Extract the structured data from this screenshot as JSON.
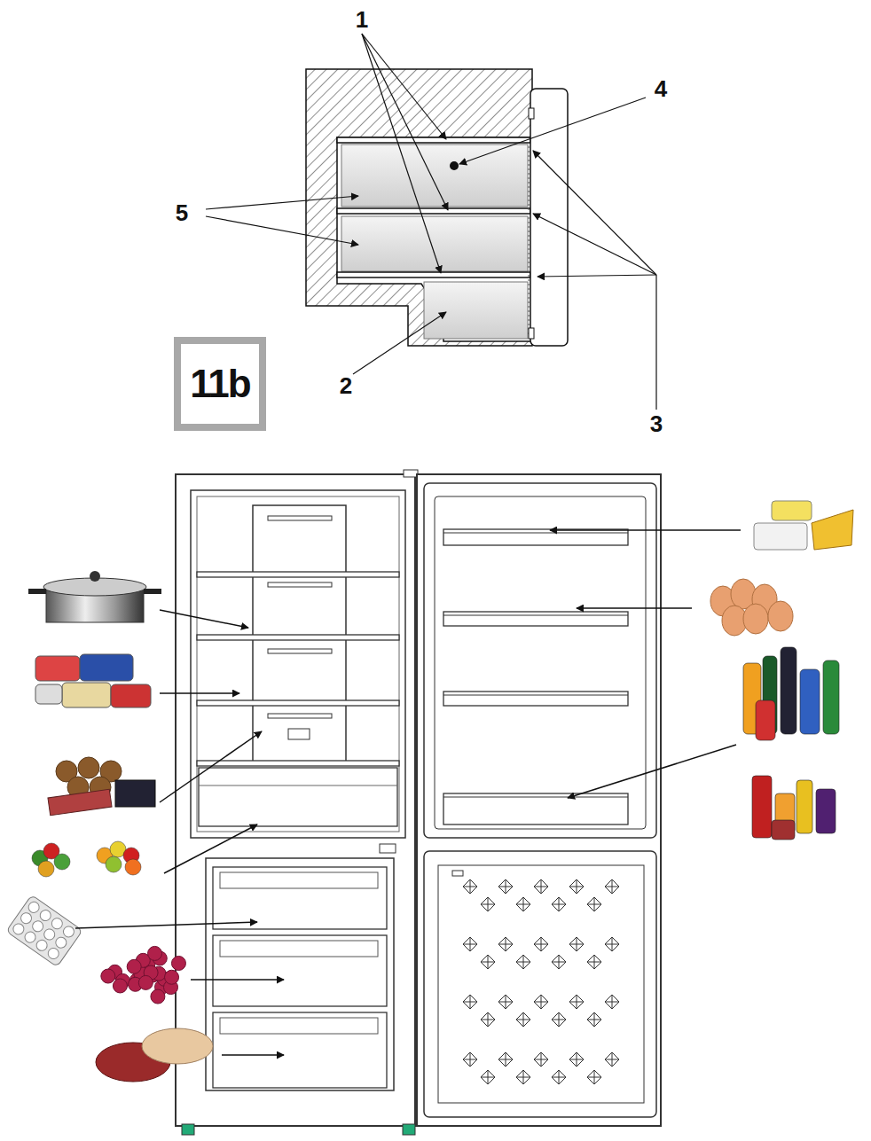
{
  "diagram": {
    "nodes": [
      {
        "text": [
          "11b"
        ]
      }
    ],
    "labels": [
      "1",
      "4",
      "5",
      "2",
      "3"
    ]
  }
}
